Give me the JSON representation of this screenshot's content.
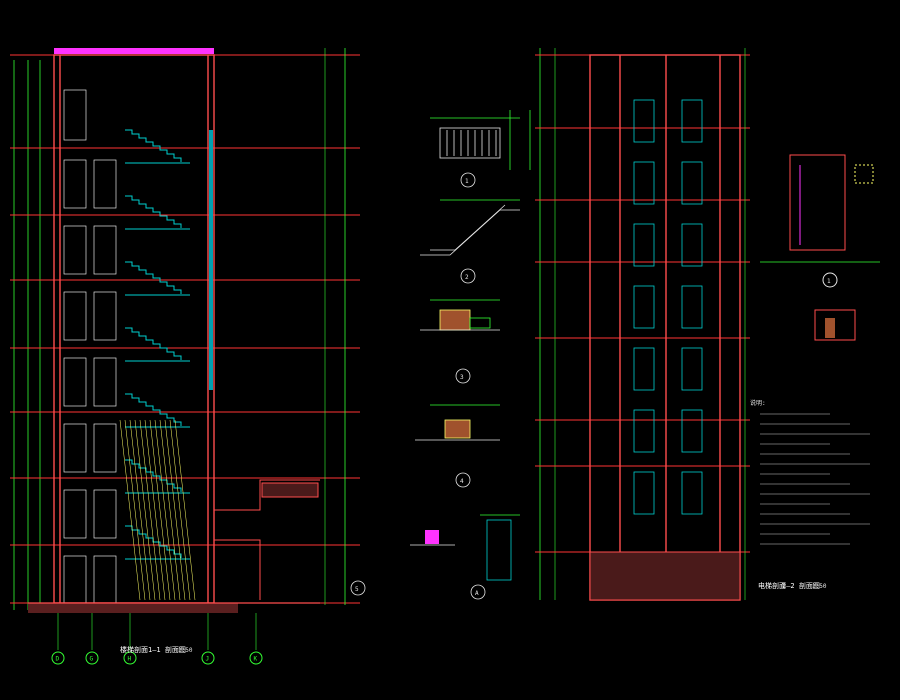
{
  "drawing": {
    "left_section": {
      "title": "楼梯剖面",
      "subtitle": "1—1 剖面图",
      "scale": "1:50",
      "axes": [
        "D",
        "G",
        "H",
        "J",
        "K"
      ]
    },
    "details": [
      {
        "id": "1",
        "label": "1"
      },
      {
        "id": "2",
        "label": "2"
      },
      {
        "id": "3",
        "label": "3"
      },
      {
        "id": "4",
        "label": "4"
      },
      {
        "id": "5",
        "label": "5"
      },
      {
        "id": "A",
        "label": "A"
      }
    ],
    "elevator_section": {
      "title": "电梯剖面",
      "subtitle": "2—2 剖面图",
      "scale": "1:50"
    },
    "right_detail": {
      "id": "1"
    },
    "notes_title": "说明:"
  },
  "colors": {
    "background": "#000000",
    "wall": "#ff4d4d",
    "stair": "#00d0d0",
    "dimension": "#33ff33",
    "text": "#e6e6e6",
    "hatch": "#ffff66",
    "accent": "#ff33ff"
  }
}
